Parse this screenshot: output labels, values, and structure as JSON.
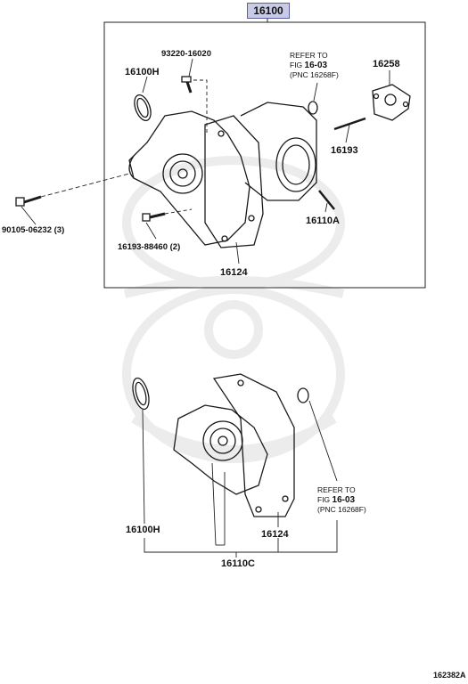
{
  "header_part": "16100",
  "upper": {
    "labels": {
      "bolt_top": "93220-16020",
      "oring": "16100H",
      "refer_line1": "REFER TO",
      "refer_line2_prefix": "FIG",
      "refer_line2_fig": "16-03",
      "refer_line3": "(PNC 16268F)",
      "gasket": "16258",
      "stud_upper": "16193",
      "stud_lower": "16110A",
      "bolt_left": "90105-06232 (3)",
      "bolt_bottom": "16193-88460 (2)",
      "gasket_body": "16124"
    }
  },
  "lower": {
    "labels": {
      "refer_line1": "REFER TO",
      "refer_line2_prefix": "FIG",
      "refer_line2_fig": "16-03",
      "refer_line3": "(PNC 16268F)",
      "oring": "16100H",
      "gasket_body": "16124",
      "assembly": "16110C"
    }
  },
  "footer_code": "162382A"
}
